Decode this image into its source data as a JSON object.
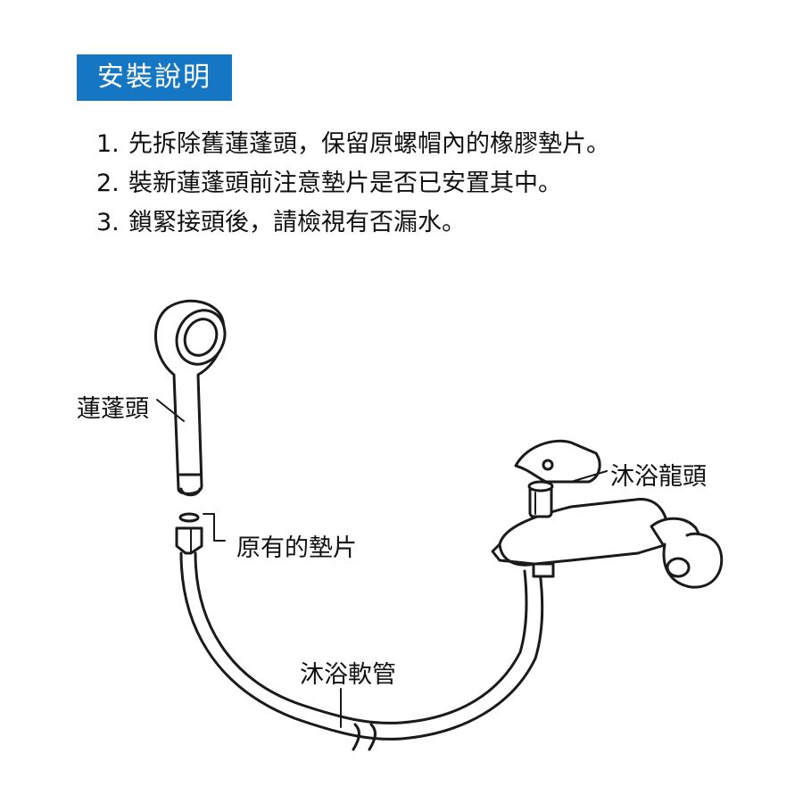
{
  "title": "安裝說明",
  "steps": [
    {
      "num": "1.",
      "text": "先拆除舊蓮蓬頭，保留原螺帽內的橡膠墊片。"
    },
    {
      "num": "2.",
      "text": "裝新蓮蓬頭前注意墊片是否已安置其中。"
    },
    {
      "num": "3.",
      "text": "鎖緊接頭後，請檢視有否漏水。"
    }
  ],
  "labels": {
    "shower_head": "蓮蓬頭",
    "washer": "原有的墊片",
    "faucet": "沐浴龍頭",
    "hose": "沐浴軟管"
  },
  "colors": {
    "accent": "#1577c4",
    "line": "#1a1a1a"
  }
}
